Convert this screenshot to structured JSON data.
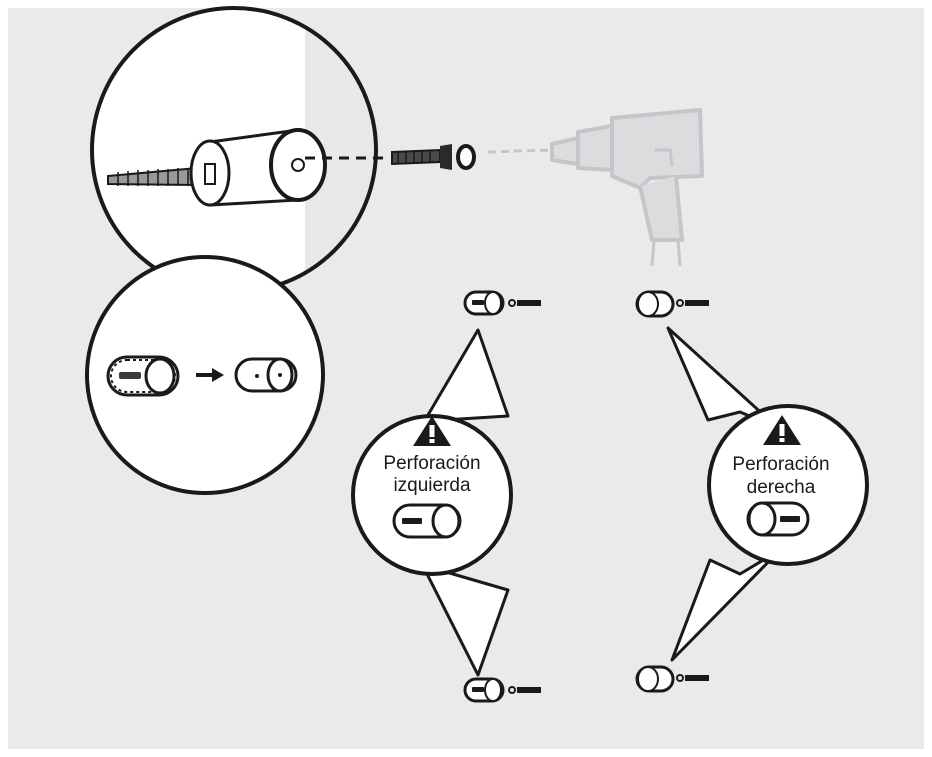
{
  "colors": {
    "panel_background": "#eaeaeb",
    "page_background": "#ffffff",
    "line": "#1a1a1a",
    "drill": "#c9cbcf"
  },
  "callouts": {
    "left": {
      "line1": "Perforación",
      "line2": "izquierda",
      "icon": "warning-icon"
    },
    "right": {
      "line1": "Perforación",
      "line2": "derecha",
      "icon": "warning-icon"
    }
  },
  "icons": {
    "drill": "power-drill-icon",
    "screw": "screw-icon",
    "cylinder": "lock-cylinder-icon",
    "arrow": "arrow-right-icon"
  }
}
